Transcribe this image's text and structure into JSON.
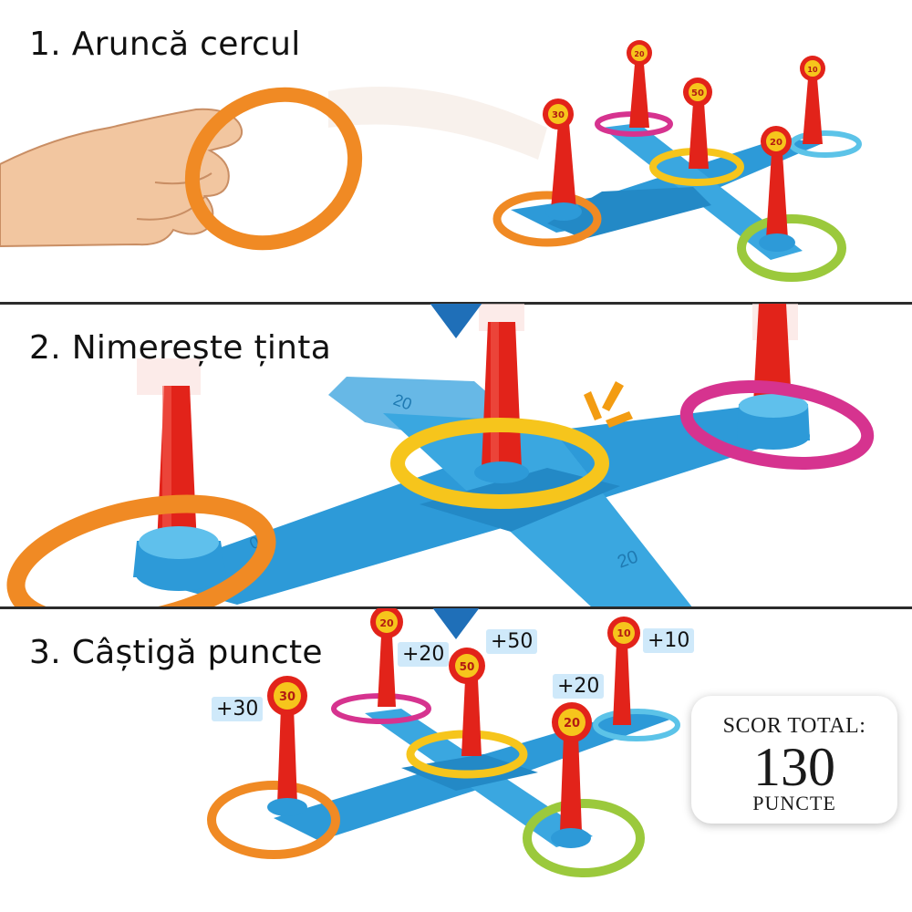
{
  "steps": [
    {
      "label": "1. Aruncă cercul"
    },
    {
      "label": "2. Nimerește ținta"
    },
    {
      "label": "3. Câștigă puncte"
    }
  ],
  "peg_values": {
    "panel1": [
      "20",
      "10",
      "30",
      "50",
      "20"
    ],
    "panel3": [
      "20",
      "10",
      "30",
      "50",
      "20"
    ]
  },
  "point_badges": [
    "+30",
    "+20",
    "+50",
    "+20",
    "+10"
  ],
  "score": {
    "label": "SCOR TOTAL:",
    "value": "130",
    "unit": "PUNCTE"
  },
  "colors": {
    "base_blue": "#2d9ad8",
    "peg_red": "#e2231a",
    "ring_orange": "#f08a24",
    "ring_yellow": "#f6c51c",
    "ring_pink": "#d6338f",
    "ring_green": "#9bc93c",
    "ring_lightblue": "#5cc3e8",
    "arrow_blue": "#1f6fb8"
  },
  "icons": [
    "hand-icon",
    "down-arrow-icon",
    "impact-burst-icon"
  ]
}
